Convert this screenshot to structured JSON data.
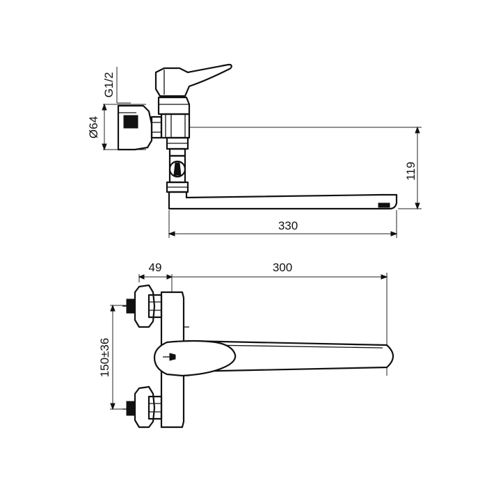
{
  "diagram": {
    "side_view": {
      "thread_label": "G1/2",
      "diameter_label": "Ø64",
      "height_label": "119",
      "length_label": "330"
    },
    "top_view": {
      "offset_label": "49",
      "spout_length_label": "300",
      "spacing_label": "150±36"
    }
  },
  "colors": {
    "line": "#111111",
    "background": "#ffffff"
  }
}
